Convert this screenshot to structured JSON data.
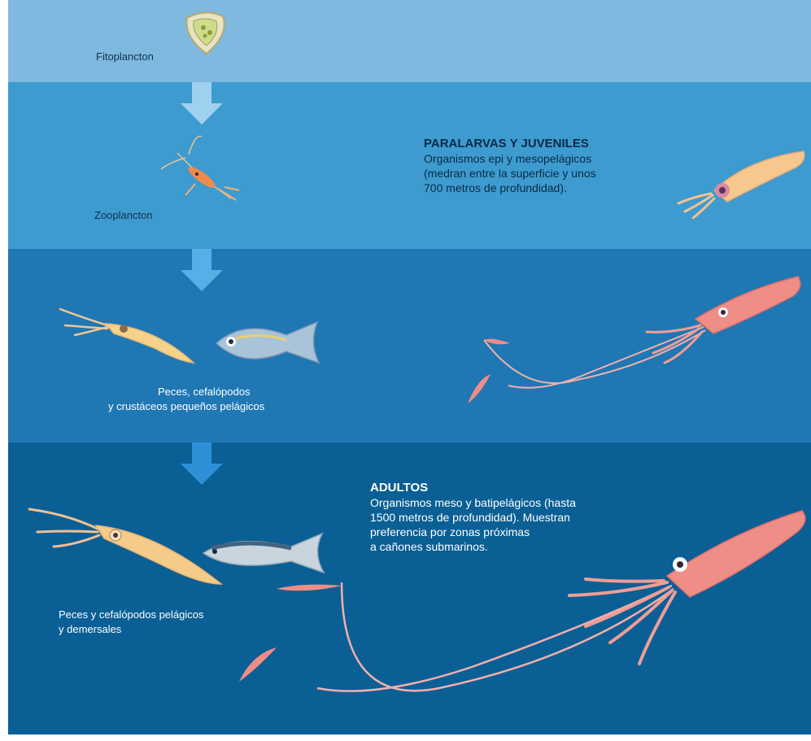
{
  "zones": {
    "surface_label": "Fitoplancton",
    "zooplankton_label": "Zooplancton",
    "small_pelagic_label_line1": "Peces, cefalópodos",
    "small_pelagic_label_line2": "y crustáceos pequeños pelágicos",
    "deep_label_line1": "Peces y cefalópodos pelágicos",
    "deep_label_line2": "y demersales"
  },
  "paralarvas": {
    "title": "PARALARVAS Y JUVENILES",
    "line1": "Organismos epi y mesopelágicos",
    "line2": "(medran entre la superficie y unos",
    "line3": "700 metros de profundidad)."
  },
  "adultos": {
    "title": "ADULTOS",
    "line1": "Organismos meso y batipelágicos (hasta",
    "line2": "1500 metros de profundidad). Muestran",
    "line3": "preferencia por zonas próximas",
    "line4": "a cañones submarinos."
  },
  "colors": {
    "band_surface": "#7fb9df",
    "band_epi": "#3d9bd0",
    "band_meso": "#1f77b4",
    "band_bathy": "#0a5f95",
    "arrow_light": "#9fd0ef",
    "arrow_mid": "#56b0e6",
    "arrow_dark": "#2d8fd6",
    "squid_pink": "#ef8d87"
  }
}
